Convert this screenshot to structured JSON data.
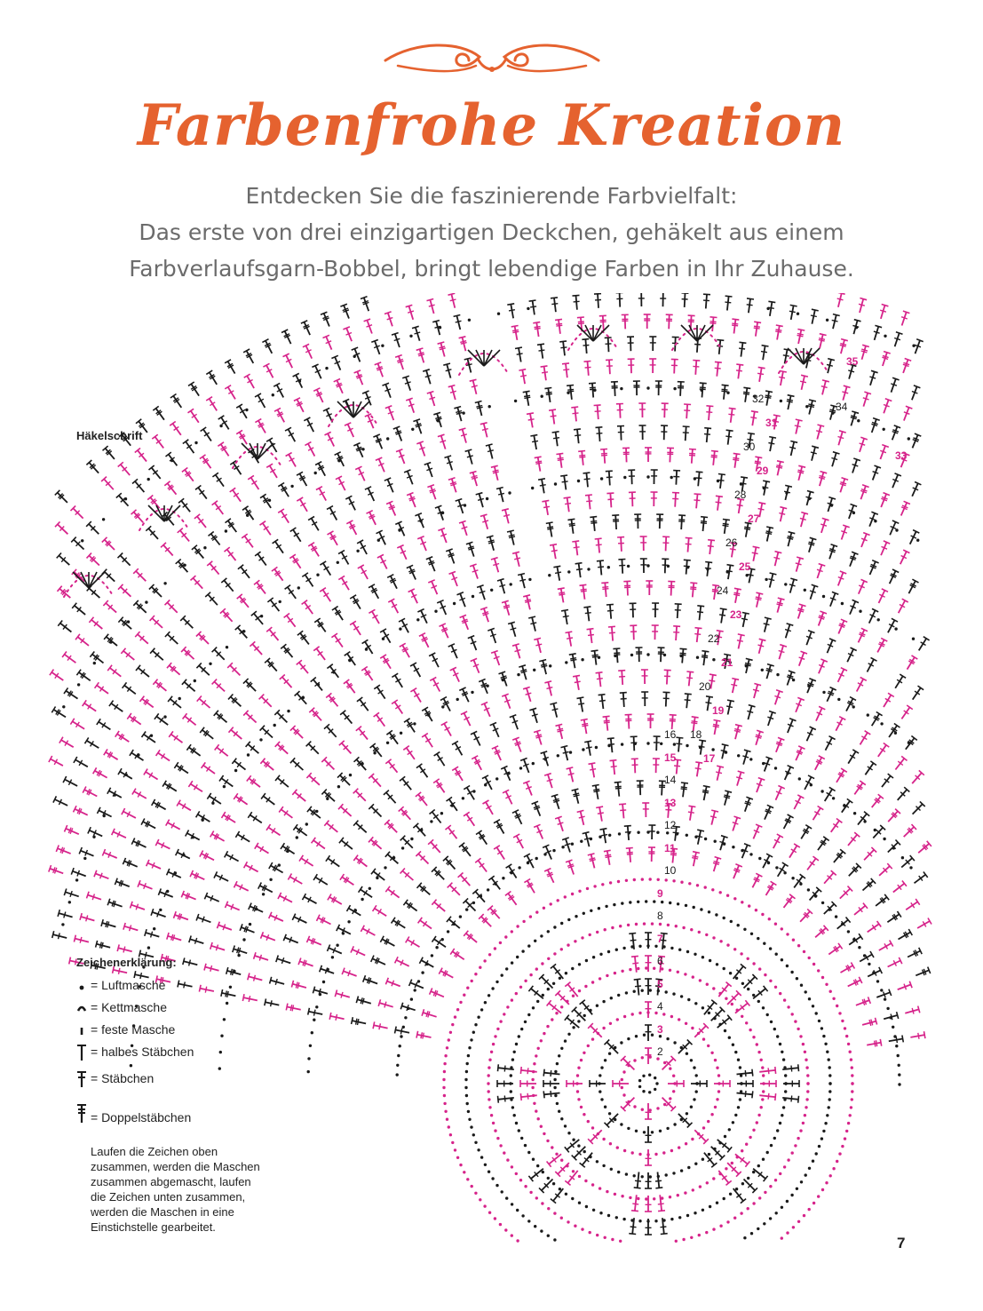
{
  "header": {
    "title": "Farbenfrohe Kreation",
    "subtitle_lines": [
      "Entdecken Sie die faszinierende Farbvielfalt:",
      "Das erste von drei einzigartigen Deckchen, gehäkelt aus einem",
      "Farbverlaufsgarn-Bobbel, bringt lebendige Farben in Ihr Zuhause."
    ]
  },
  "diagram": {
    "label": "Häkelschrift",
    "colors": {
      "pink": "#d6238a",
      "black": "#1a1a1a",
      "accent": "#e5622f"
    },
    "round_labels": [
      "2",
      "3",
      "4",
      "5",
      "6",
      "7",
      "8",
      "9",
      "10",
      "11",
      "12",
      "13",
      "14",
      "15",
      "16",
      "17",
      "18",
      "19",
      "20",
      "21",
      "22",
      "23",
      "24",
      "25",
      "26",
      "27",
      "28",
      "29",
      "30",
      "31",
      "32",
      "33",
      "34",
      "35"
    ],
    "pink_rounds": [
      "3",
      "5",
      "7",
      "9",
      "11",
      "13",
      "15",
      "17",
      "19",
      "21",
      "23",
      "25",
      "27",
      "29",
      "31",
      "33",
      "35"
    ]
  },
  "legend": {
    "title": "Zeichenerklärung:",
    "items": [
      {
        "icon": "chain-stitch-icon",
        "text": "= Luftmasche"
      },
      {
        "icon": "slip-stitch-icon",
        "text": "= Kettmasche"
      },
      {
        "icon": "single-crochet-icon",
        "text": "= feste Masche"
      },
      {
        "icon": "half-double-crochet-icon",
        "text": "= halbes Stäbchen"
      },
      {
        "icon": "double-crochet-icon",
        "text": "= Stäbchen"
      },
      {
        "icon": "treble-crochet-icon",
        "text": "= Doppelstäbchen"
      }
    ],
    "note_lines": [
      "Laufen die Zeichen oben",
      "zusammen, werden die Maschen",
      "zusammen abgemascht, laufen",
      "die Zeichen unten zusammen,",
      "werden die Maschen in eine",
      "Einstichstelle gearbeitet."
    ]
  },
  "page_number": "7"
}
